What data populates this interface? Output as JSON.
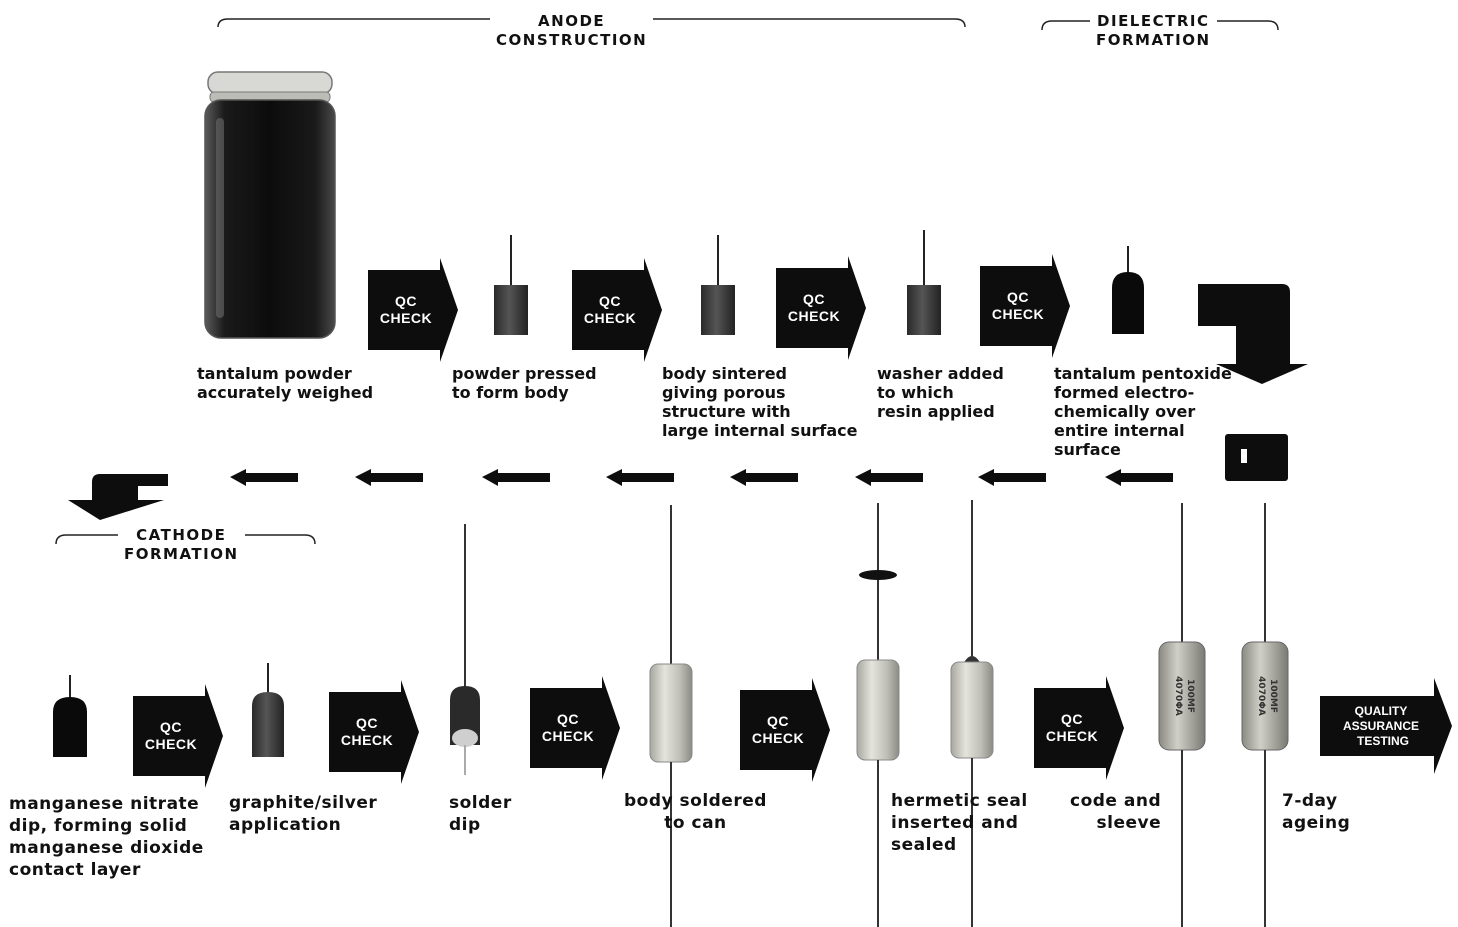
{
  "sections": {
    "anode": "ANODE\nCONSTRUCTION",
    "dielectric": "DIELECTRIC\nFORMATION",
    "cathode": "CATHODE\nFORMATION"
  },
  "qc_label": [
    "QC",
    "CHECK"
  ],
  "qa_label": [
    "QUALITY",
    "ASSURANCE",
    "TESTING"
  ],
  "capacitor_code": [
    "4070ΦA",
    "100MF"
  ],
  "steps_top": [
    "tantalum powder\naccurately weighed",
    "powder pressed\nto form body",
    "body sintered\ngiving porous\nstructure with\nlarge internal surface",
    "washer added\nto which\nresin applied",
    "tantalum pentoxide\nformed electro-\nchemically over\nentire internal\nsurface"
  ],
  "steps_bottom": [
    "manganese nitrate\ndip, forming solid\nmanganese dioxide\ncontact layer",
    "graphite/silver\napplication",
    "solder\ndip",
    "body  soldered\nto can",
    "hermetic  seal\ninserted  and\nsealed",
    "code and\nsleeve",
    "7-day\nageing"
  ],
  "colors": {
    "ink": "#111111",
    "arrow_fill": "#0d0d0d",
    "body_dark": "#3a3a3a",
    "can_light": "#c8c8c0",
    "background": "#ffffff"
  }
}
